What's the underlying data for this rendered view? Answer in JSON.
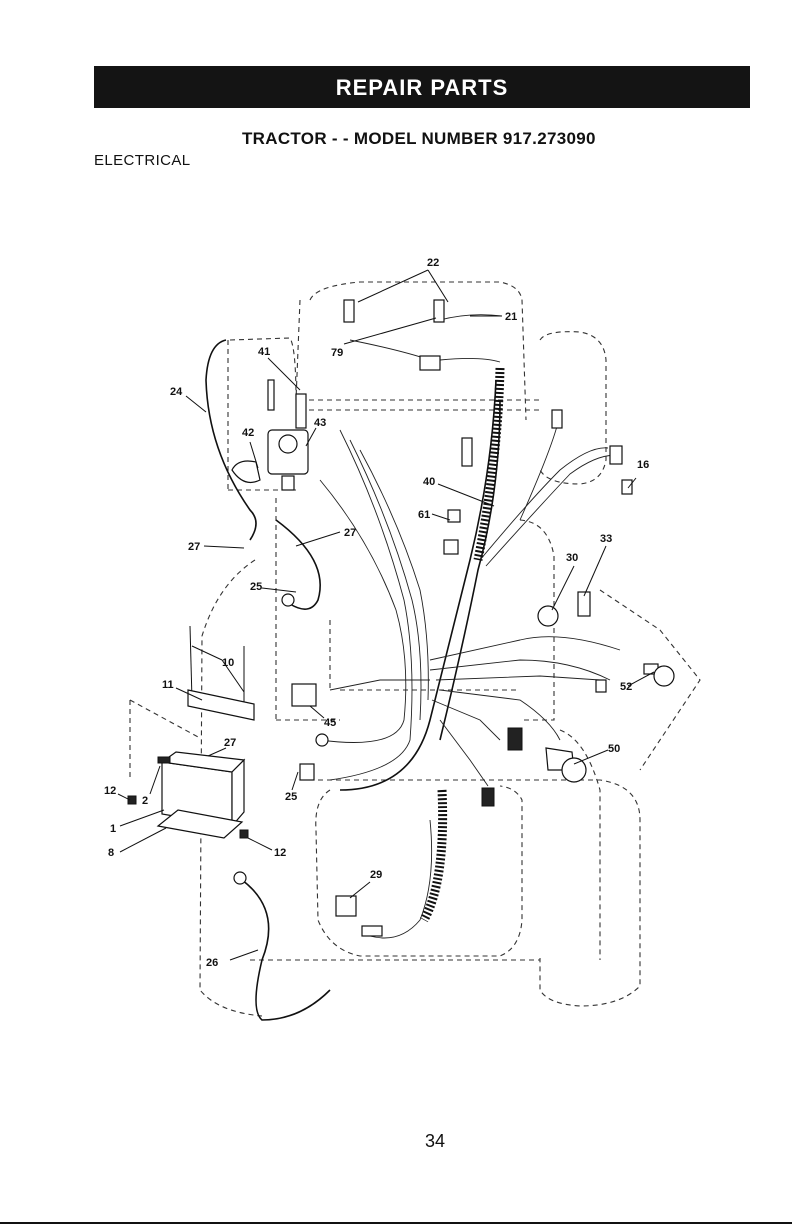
{
  "header": {
    "banner": "REPAIR PARTS",
    "model_title": "TRACTOR - - MODEL NUMBER 917.273090",
    "section": "ELECTRICAL"
  },
  "callouts": {
    "p22": "22",
    "p21": "21",
    "p79": "79",
    "p41": "41",
    "p24": "24",
    "p42": "42",
    "p43": "43",
    "p40": "40",
    "p61": "61",
    "p16": "16",
    "p27a": "27",
    "p27b": "27",
    "p27c": "27",
    "p33": "33",
    "p30": "30",
    "p25a": "25",
    "p25b": "25",
    "p10": "10",
    "p11": "11",
    "p45": "45",
    "p52": "52",
    "p12a": "12",
    "p12b": "12",
    "p2": "2",
    "p1": "1",
    "p8": "8",
    "p50": "50",
    "p29": "29",
    "p26": "26"
  },
  "footer": {
    "page_number": "34"
  }
}
